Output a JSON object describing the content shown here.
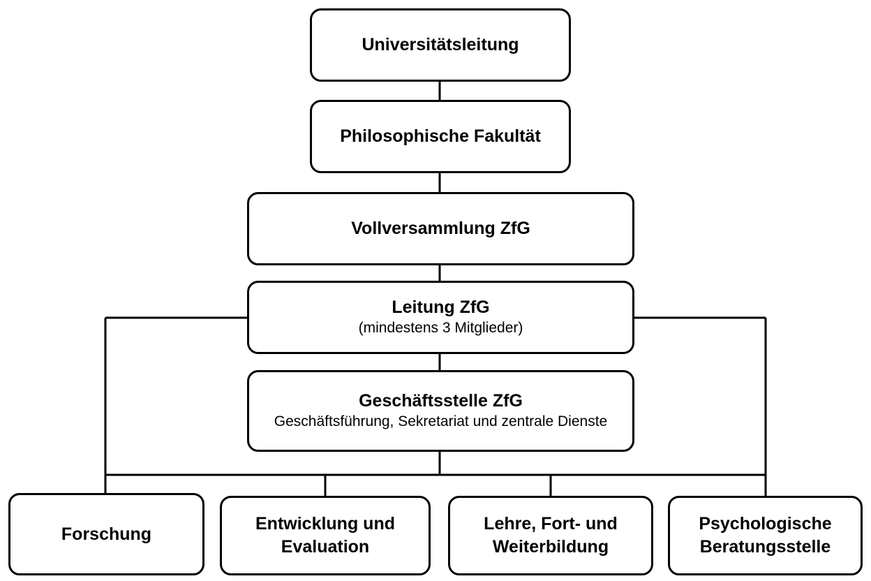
{
  "nodes": {
    "universitaetsleitung": {
      "title": "Universitätsleitung"
    },
    "fakultaet": {
      "title": "Philosophische Fakultät"
    },
    "vollversammlung": {
      "title": "Vollversammlung ZfG"
    },
    "leitung": {
      "title": "Leitung ZfG",
      "subtitle": "(mindestens 3 Mitglieder)"
    },
    "geschaeftsstelle": {
      "title": "Geschäftsstelle ZfG",
      "subtitle": "Geschäftsführung, Sekretariat und zentrale Dienste"
    },
    "forschung": {
      "title": "Forschung"
    },
    "entwicklung": {
      "title": "Entwicklung und Evaluation"
    },
    "lehre": {
      "title": "Lehre, Fort- und Weiterbildung"
    },
    "beratung": {
      "title": "Psychologische Beratungsstelle"
    }
  },
  "edges": [
    [
      "universitaetsleitung",
      "fakultaet"
    ],
    [
      "fakultaet",
      "vollversammlung"
    ],
    [
      "vollversammlung",
      "leitung"
    ],
    [
      "leitung",
      "geschaeftsstelle"
    ],
    [
      "leitung",
      "forschung"
    ],
    [
      "leitung",
      "beratung"
    ],
    [
      "geschaeftsstelle",
      "forschung"
    ],
    [
      "geschaeftsstelle",
      "entwicklung"
    ],
    [
      "geschaeftsstelle",
      "lehre"
    ],
    [
      "geschaeftsstelle",
      "beratung"
    ]
  ]
}
